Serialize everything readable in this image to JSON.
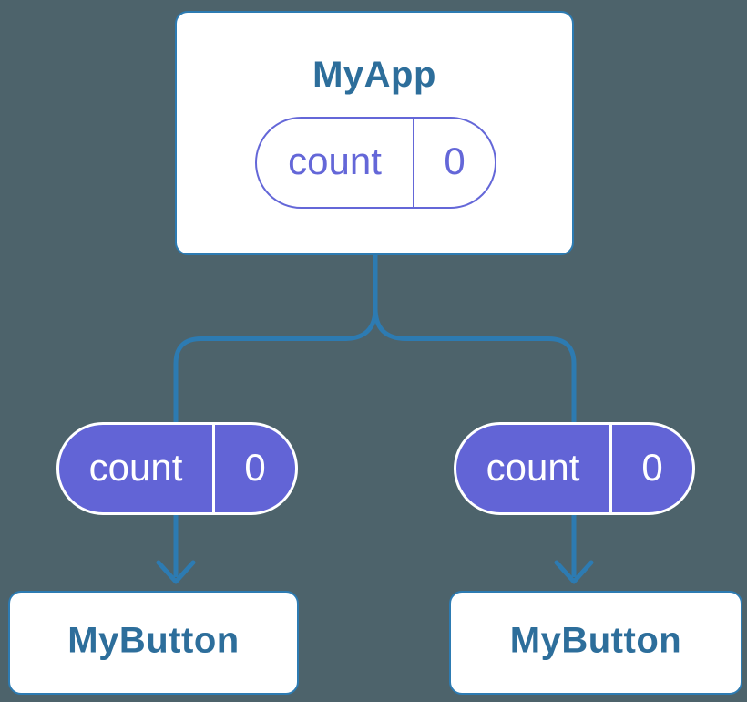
{
  "diagram": {
    "colors": {
      "background": "#4d636b",
      "line": "#2d7bb2",
      "node_border": "#2d7bb2",
      "node_background": "#ffffff",
      "node_text": "#2d6e9b",
      "state_purple": "#6264d6",
      "state_outline_purple": "#6467d8",
      "state_text_on_purple": "#ffffff"
    },
    "root": {
      "title": "MyApp",
      "state": {
        "name": "count",
        "value": "0"
      }
    },
    "children": [
      {
        "title": "MyButton",
        "prop": {
          "name": "count",
          "value": "0"
        }
      },
      {
        "title": "MyButton",
        "prop": {
          "name": "count",
          "value": "0"
        }
      }
    ]
  }
}
